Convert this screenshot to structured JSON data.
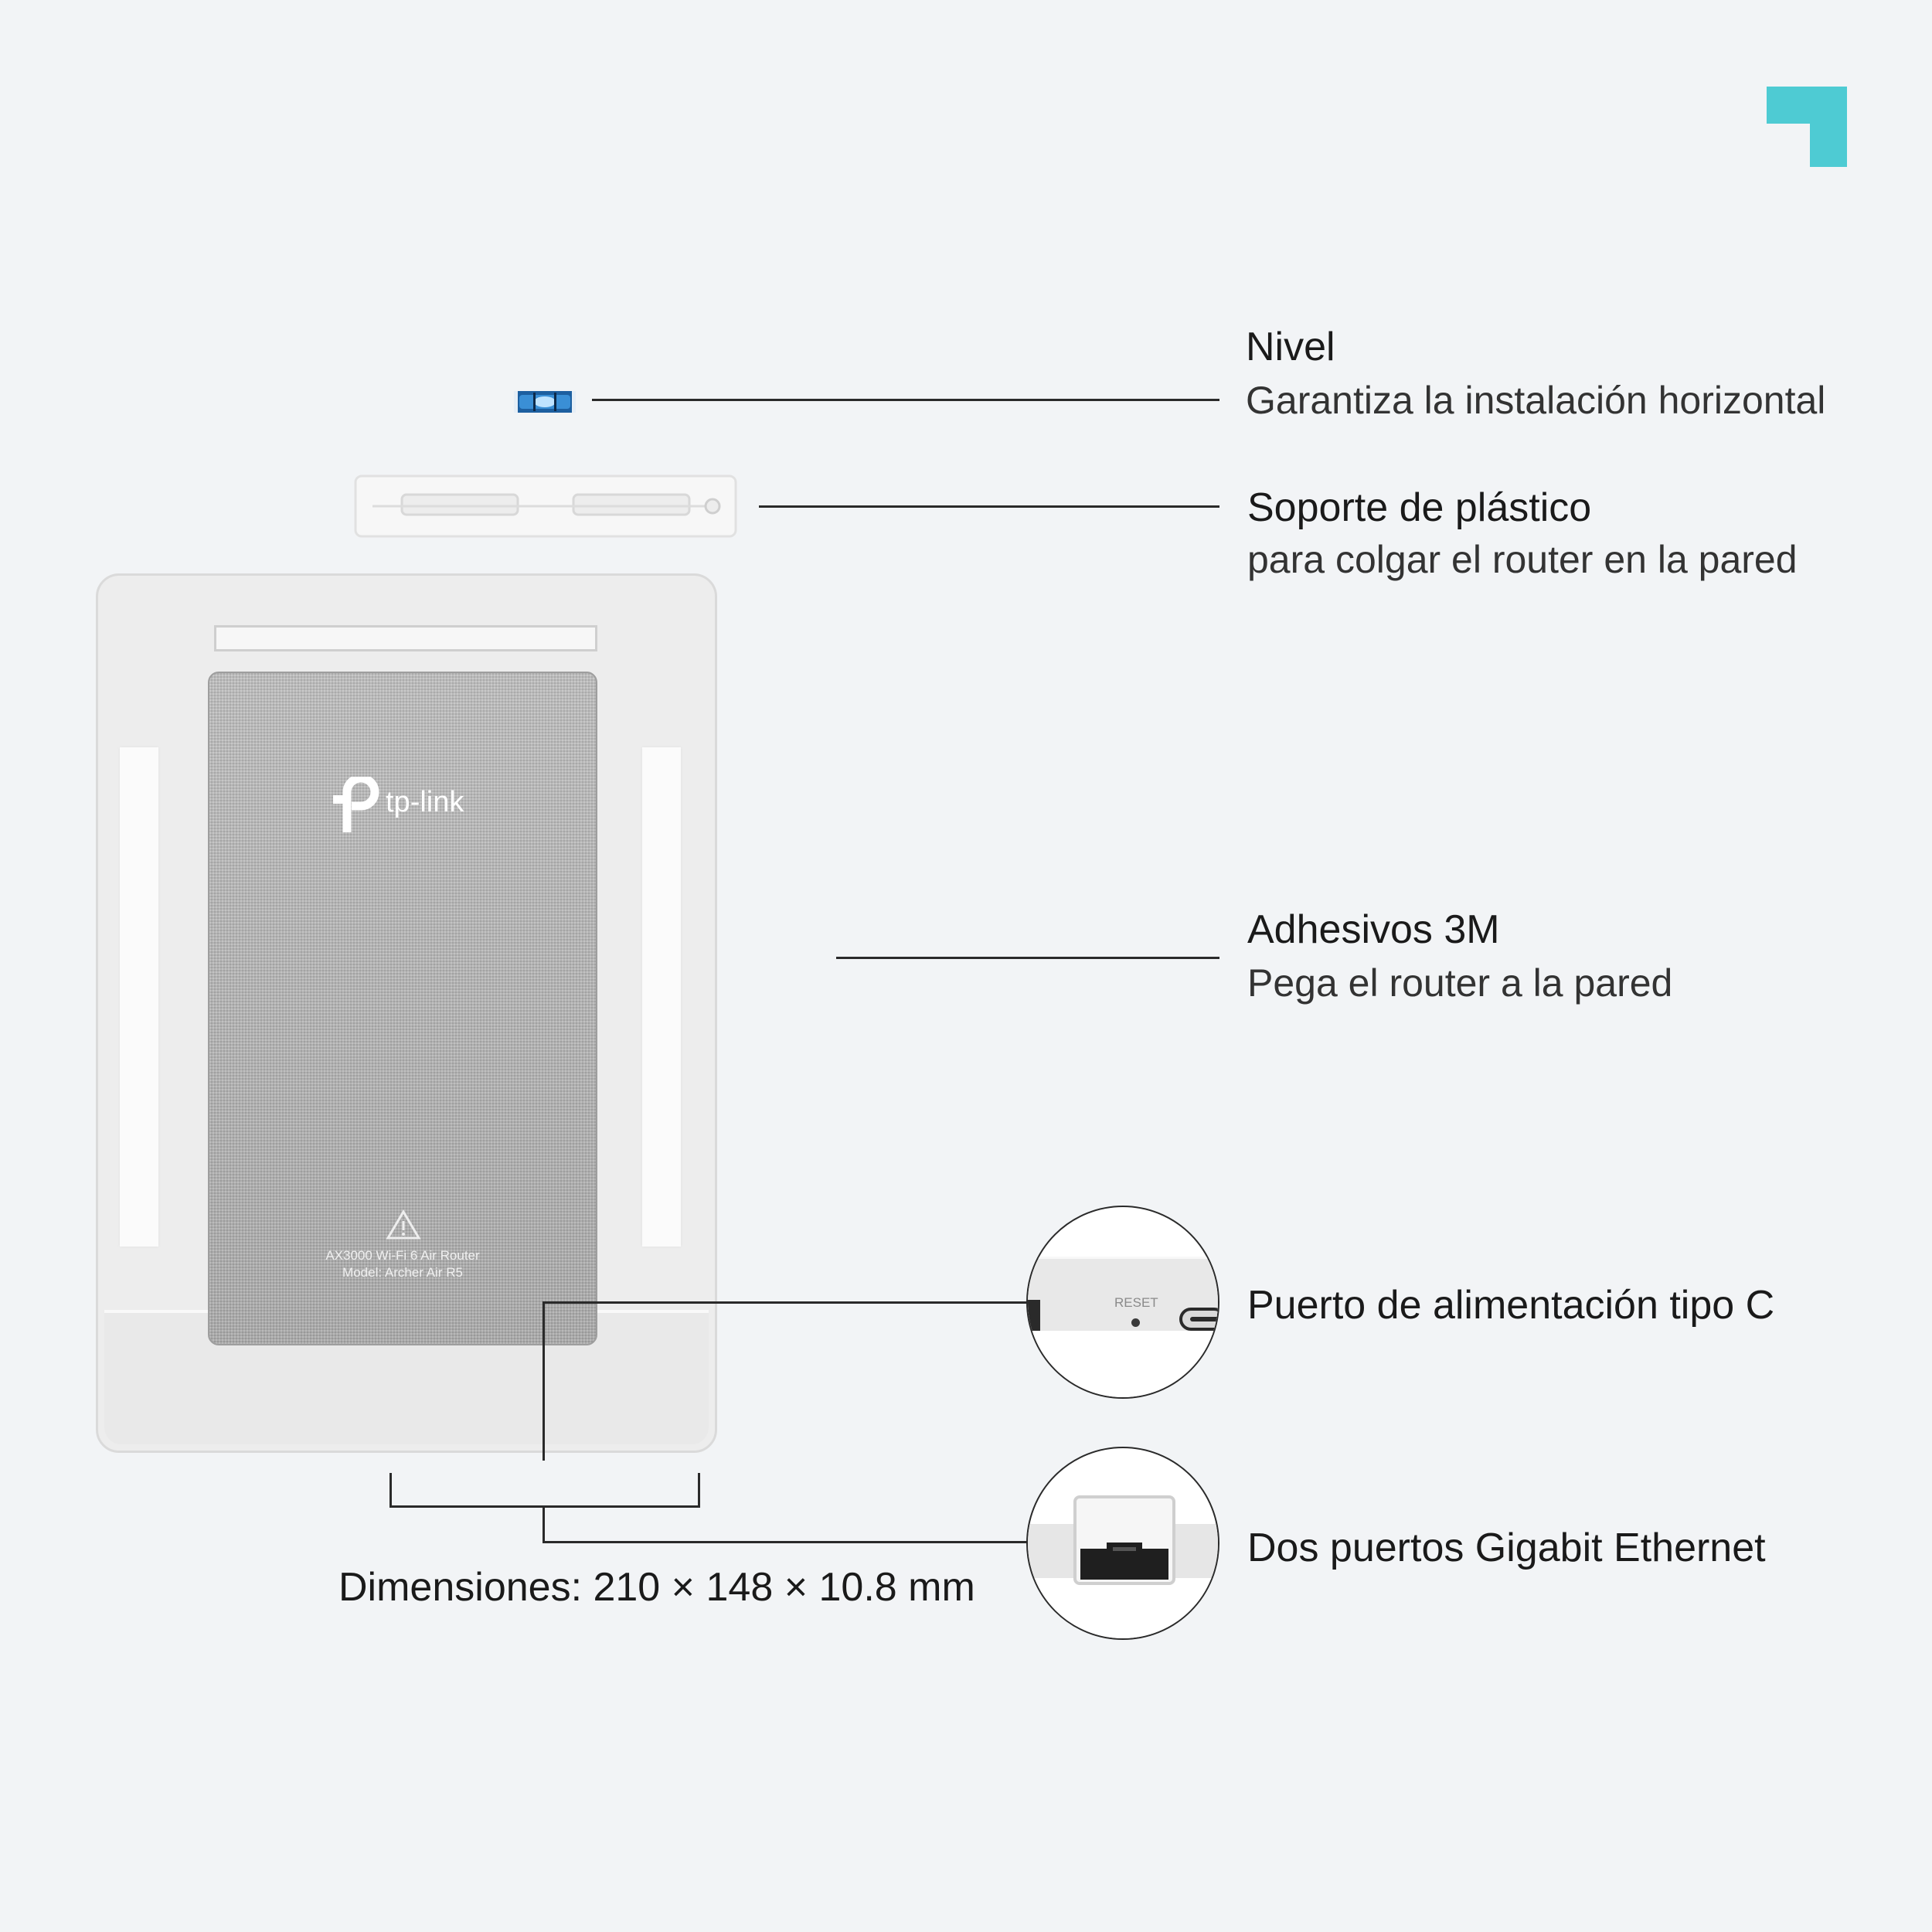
{
  "brand": {
    "accent": "#4ecbd3",
    "logo_text": "tp-link"
  },
  "features": [
    {
      "title": "Nivel",
      "subtitle": "Garantiza la instalación horizontal"
    },
    {
      "title": "Soporte de plástico",
      "subtitle": "para colgar el router en la pared"
    },
    {
      "title": "Adhesivos 3M",
      "subtitle": "Pega el router a la pared"
    },
    {
      "title": "Puerto de alimentación tipo C",
      "subtitle": ""
    },
    {
      "title": "Dos puertos Gigabit Ethernet",
      "subtitle": ""
    }
  ],
  "device": {
    "label_line1": "AX3000 Wi-Fi 6 Air Router",
    "label_line2": "Model: Archer Air R5",
    "reset_label": "RESET"
  },
  "dimensions": "Dimensiones: 210 × 148 × 10.8 mm",
  "icons": [
    "corner-accent-icon",
    "spirit-level-icon",
    "warning-triangle-icon",
    "usb-c-port-icon",
    "ethernet-port-icon"
  ]
}
